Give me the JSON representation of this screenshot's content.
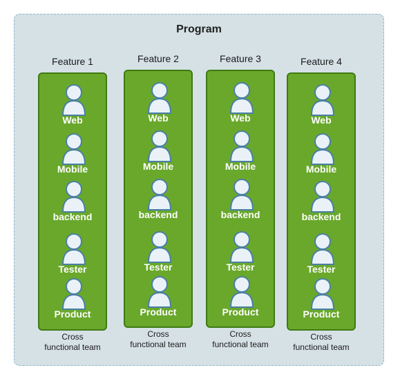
{
  "program": {
    "title": "Program"
  },
  "features": [
    {
      "title": "Feature 1",
      "members": [
        {
          "role": "Web",
          "icon": "person-icon"
        },
        {
          "role": "Mobile",
          "icon": "person-icon"
        },
        {
          "role": "backend",
          "icon": "person-icon"
        },
        {
          "role": "Tester",
          "icon": "person-icon"
        },
        {
          "role": "Product",
          "icon": "person-icon"
        }
      ],
      "caption": [
        "Cross",
        "functional team"
      ]
    },
    {
      "title": "Feature 2",
      "members": [
        {
          "role": "Web",
          "icon": "person-icon"
        },
        {
          "role": "Mobile",
          "icon": "person-icon"
        },
        {
          "role": "backend",
          "icon": "person-icon"
        },
        {
          "role": "Tester",
          "icon": "person-icon"
        },
        {
          "role": "Product",
          "icon": "person-icon"
        }
      ],
      "caption": [
        "Cross",
        "functional team"
      ]
    },
    {
      "title": "Feature 3",
      "members": [
        {
          "role": "Web",
          "icon": "person-icon"
        },
        {
          "role": "Mobile",
          "icon": "person-icon"
        },
        {
          "role": "backend",
          "icon": "person-icon"
        },
        {
          "role": "Tester",
          "icon": "person-icon"
        },
        {
          "role": "Product",
          "icon": "person-icon"
        }
      ],
      "caption": [
        "Cross",
        "functional team"
      ]
    },
    {
      "title": "Feature 4",
      "members": [
        {
          "role": "Web",
          "icon": "person-icon"
        },
        {
          "role": "Mobile",
          "icon": "person-icon"
        },
        {
          "role": "backend",
          "icon": "person-icon"
        },
        {
          "role": "Tester",
          "icon": "person-icon"
        },
        {
          "role": "Product",
          "icon": "person-icon"
        }
      ],
      "caption": [
        "Cross",
        "functional team"
      ]
    }
  ],
  "colors": {
    "program_background": "#d6e1e6",
    "program_border": "#8fb4cc",
    "team_fill": "#69a82b",
    "team_border": "#3f7a12",
    "person_fill": "#eaf2f8",
    "person_stroke": "#4a7fa8"
  }
}
